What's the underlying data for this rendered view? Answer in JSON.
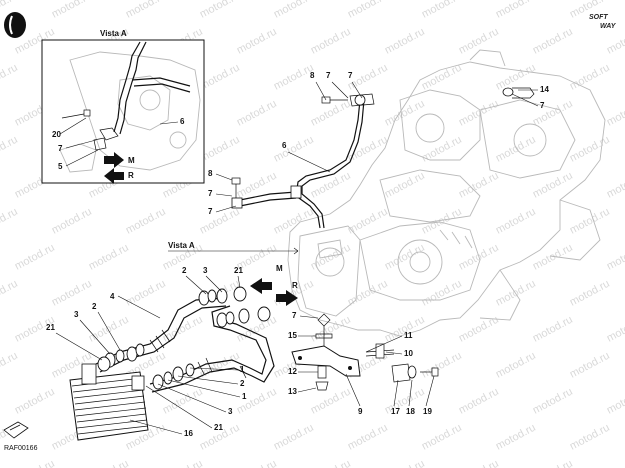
{
  "brand": {
    "logo_line1": "SOFT",
    "logo_line2": "WAY"
  },
  "reference_code": "RAF00166",
  "watermark": "motod.ru",
  "inset": {
    "title": "Vista A",
    "labels": [
      {
        "id": "ins-6",
        "text": "6"
      },
      {
        "id": "ins-20",
        "text": "20"
      },
      {
        "id": "ins-7",
        "text": "7"
      },
      {
        "id": "ins-5",
        "text": "5"
      },
      {
        "id": "ins-M",
        "text": "M"
      },
      {
        "id": "ins-R",
        "text": "R"
      }
    ]
  },
  "view_callout": "Vista A",
  "arrows": [
    {
      "id": "arrow-M",
      "text": "M"
    },
    {
      "id": "arrow-R",
      "text": "R"
    }
  ],
  "labels": [
    {
      "id": "l8a",
      "text": "8"
    },
    {
      "id": "l7a",
      "text": "7"
    },
    {
      "id": "l7b",
      "text": "7"
    },
    {
      "id": "l14",
      "text": "14"
    },
    {
      "id": "l7c",
      "text": "7"
    },
    {
      "id": "l6",
      "text": "6"
    },
    {
      "id": "l8b",
      "text": "8"
    },
    {
      "id": "l7d",
      "text": "7"
    },
    {
      "id": "l7e",
      "text": "7"
    },
    {
      "id": "l2a",
      "text": "2"
    },
    {
      "id": "l3a",
      "text": "3"
    },
    {
      "id": "l21a",
      "text": "21"
    },
    {
      "id": "l4",
      "text": "4"
    },
    {
      "id": "l2b",
      "text": "2"
    },
    {
      "id": "l3b",
      "text": "3"
    },
    {
      "id": "l21b",
      "text": "21"
    },
    {
      "id": "l1a",
      "text": "1"
    },
    {
      "id": "l2c",
      "text": "2"
    },
    {
      "id": "l1b",
      "text": "1"
    },
    {
      "id": "l3c",
      "text": "3"
    },
    {
      "id": "l21c",
      "text": "21"
    },
    {
      "id": "l16",
      "text": "16"
    },
    {
      "id": "l7f",
      "text": "7"
    },
    {
      "id": "l15",
      "text": "15"
    },
    {
      "id": "l12",
      "text": "12"
    },
    {
      "id": "l13",
      "text": "13"
    },
    {
      "id": "l11",
      "text": "11"
    },
    {
      "id": "l10",
      "text": "10"
    },
    {
      "id": "l9",
      "text": "9"
    },
    {
      "id": "l17",
      "text": "17"
    },
    {
      "id": "l18",
      "text": "18"
    },
    {
      "id": "l19",
      "text": "19"
    }
  ]
}
